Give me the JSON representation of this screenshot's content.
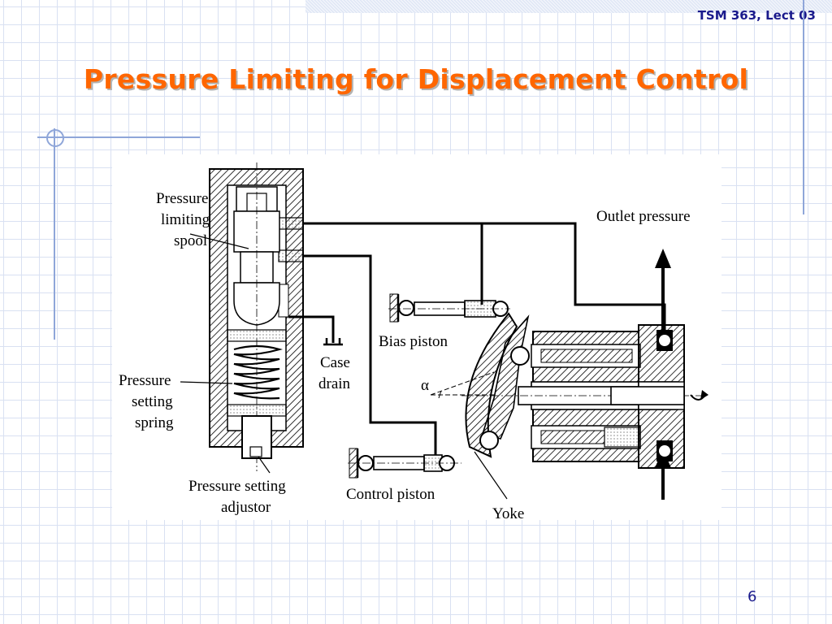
{
  "header": {
    "course": "TSM 363, Lect 03"
  },
  "title": "Pressure Limiting for Displacement Control",
  "diagram": {
    "labels": {
      "spool_l1": "Pressure",
      "spool_l2": "limiting",
      "spool_l3": "spool",
      "spring_l1": "Pressure",
      "spring_l2": "setting",
      "spring_l3": "spring",
      "adjustor_l1": "Pressure setting",
      "adjustor_l2": "adjustor",
      "drain_l1": "Case",
      "drain_l2": "drain",
      "bias_piston": "Bias piston",
      "alpha": "α",
      "outlet_pressure": "Outlet pressure",
      "control_piston": "Control piston",
      "yoke": "Yoke"
    }
  },
  "footer": {
    "page_number": "6"
  }
}
